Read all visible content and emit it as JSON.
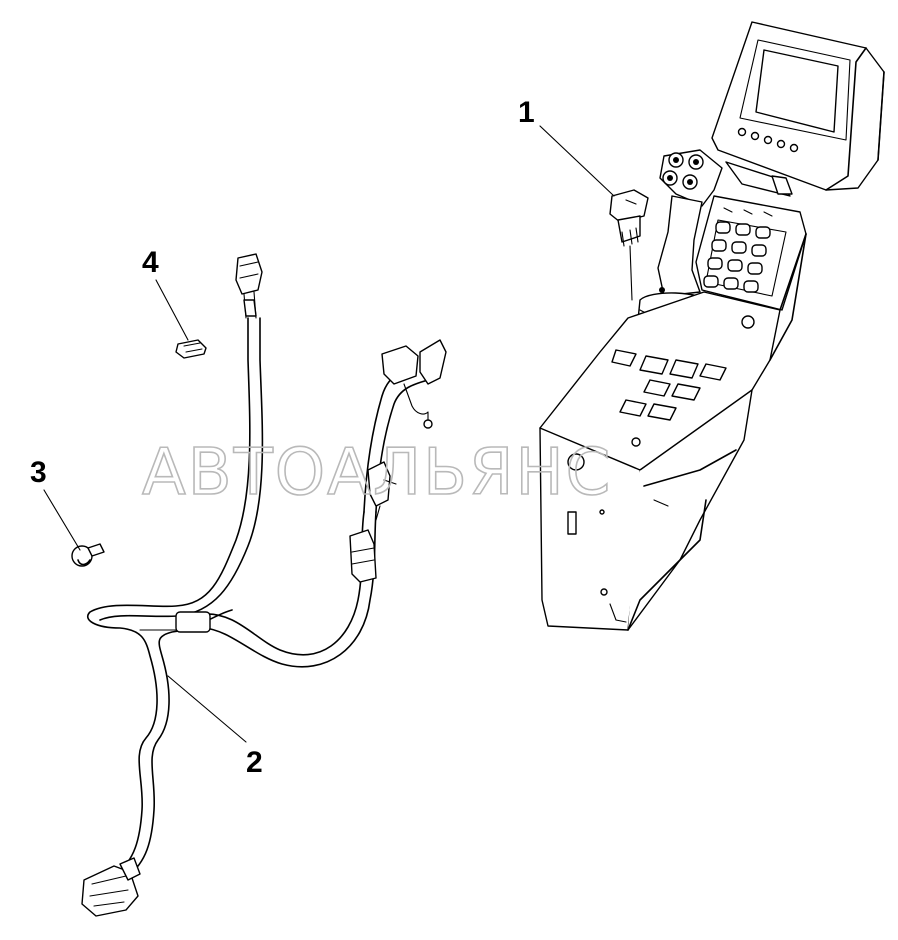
{
  "watermark": "АВТОАЛЬЯНС",
  "callouts": [
    {
      "id": "1",
      "label": "1"
    },
    {
      "id": "2",
      "label": "2"
    },
    {
      "id": "3",
      "label": "3"
    },
    {
      "id": "4",
      "label": "4"
    }
  ]
}
